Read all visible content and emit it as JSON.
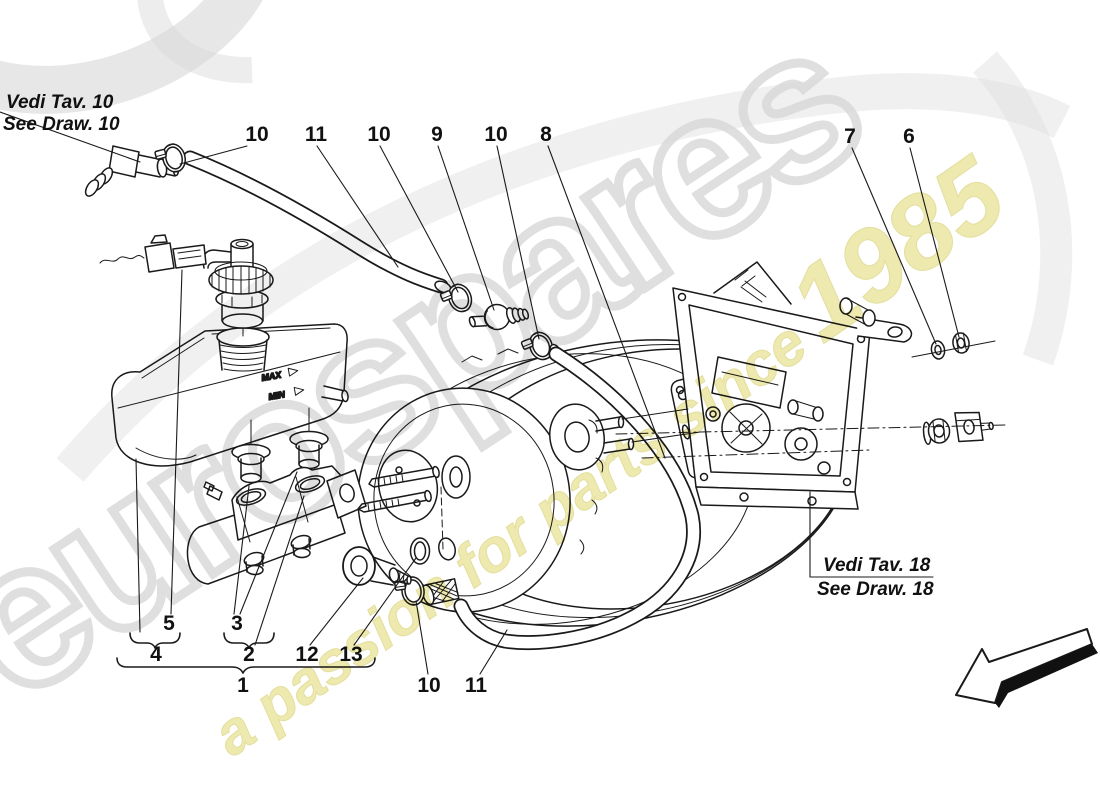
{
  "page": {
    "background": "#ffffff",
    "line_color": "#1a1a1a"
  },
  "references": {
    "top_left": {
      "line1": "Vedi Tav. 10",
      "line2": "See Draw. 10"
    },
    "right": {
      "line1": "Vedi Tav. 18",
      "line2": "See Draw. 18"
    }
  },
  "reservoir_markings": {
    "max": "MAX",
    "min": "MIN"
  },
  "callouts": {
    "top": [
      {
        "label": "10"
      },
      {
        "label": "11"
      },
      {
        "label": "10"
      },
      {
        "label": "9"
      },
      {
        "label": "10"
      },
      {
        "label": "8"
      },
      {
        "label": "7"
      },
      {
        "label": "6"
      }
    ],
    "bottom": [
      {
        "label": "5"
      },
      {
        "label": "4"
      },
      {
        "label": "3"
      },
      {
        "label": "2"
      },
      {
        "label": "12"
      },
      {
        "label": "13"
      },
      {
        "label": "1"
      },
      {
        "label": "10"
      },
      {
        "label": "11"
      }
    ]
  },
  "watermark": {
    "brand": "eurospares",
    "tagline": "a passion for parts since",
    "year": "1985",
    "brand_color": "#d7d7d7",
    "tagline_color": "#e9e49b"
  }
}
